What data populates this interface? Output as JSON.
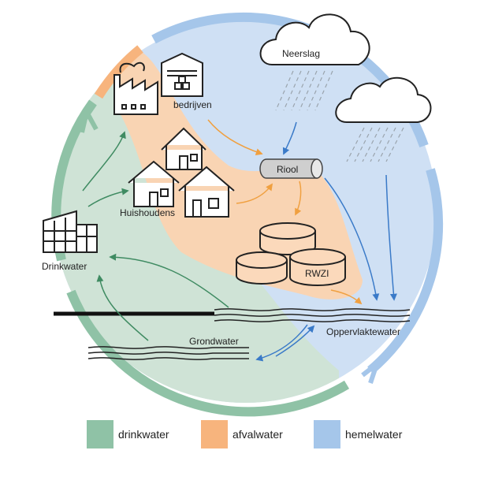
{
  "labels": {
    "neerslag": "Neerslag",
    "bedrijven": "bedrijven",
    "huishoudens": "Huishoudens",
    "drinkwater": "Drinkwater",
    "riool": "Riool",
    "rwzi": "RWZI",
    "oppervlaktewater": "Oppervlaktewater",
    "grondwater": "Grondwater"
  },
  "legend": [
    {
      "label": "drinkwater",
      "color": "#8fc2a6"
    },
    {
      "label": "afvalwater",
      "color": "#f7b47d"
    },
    {
      "label": "hemelwater",
      "color": "#a5c6ea"
    }
  ],
  "colors": {
    "drinkwater_zone": "#cfe3d6",
    "afvalwater_zone": "#f9d4b3",
    "hemelwater_zone": "#cfe0f4",
    "drinkwater_arrow": "#3f8b62",
    "afvalwater_arrow": "#f0a040",
    "hemelwater_arrow": "#3a7ac8",
    "ring_blue": "#a5c6ea",
    "ring_green": "#8fc2a6"
  }
}
